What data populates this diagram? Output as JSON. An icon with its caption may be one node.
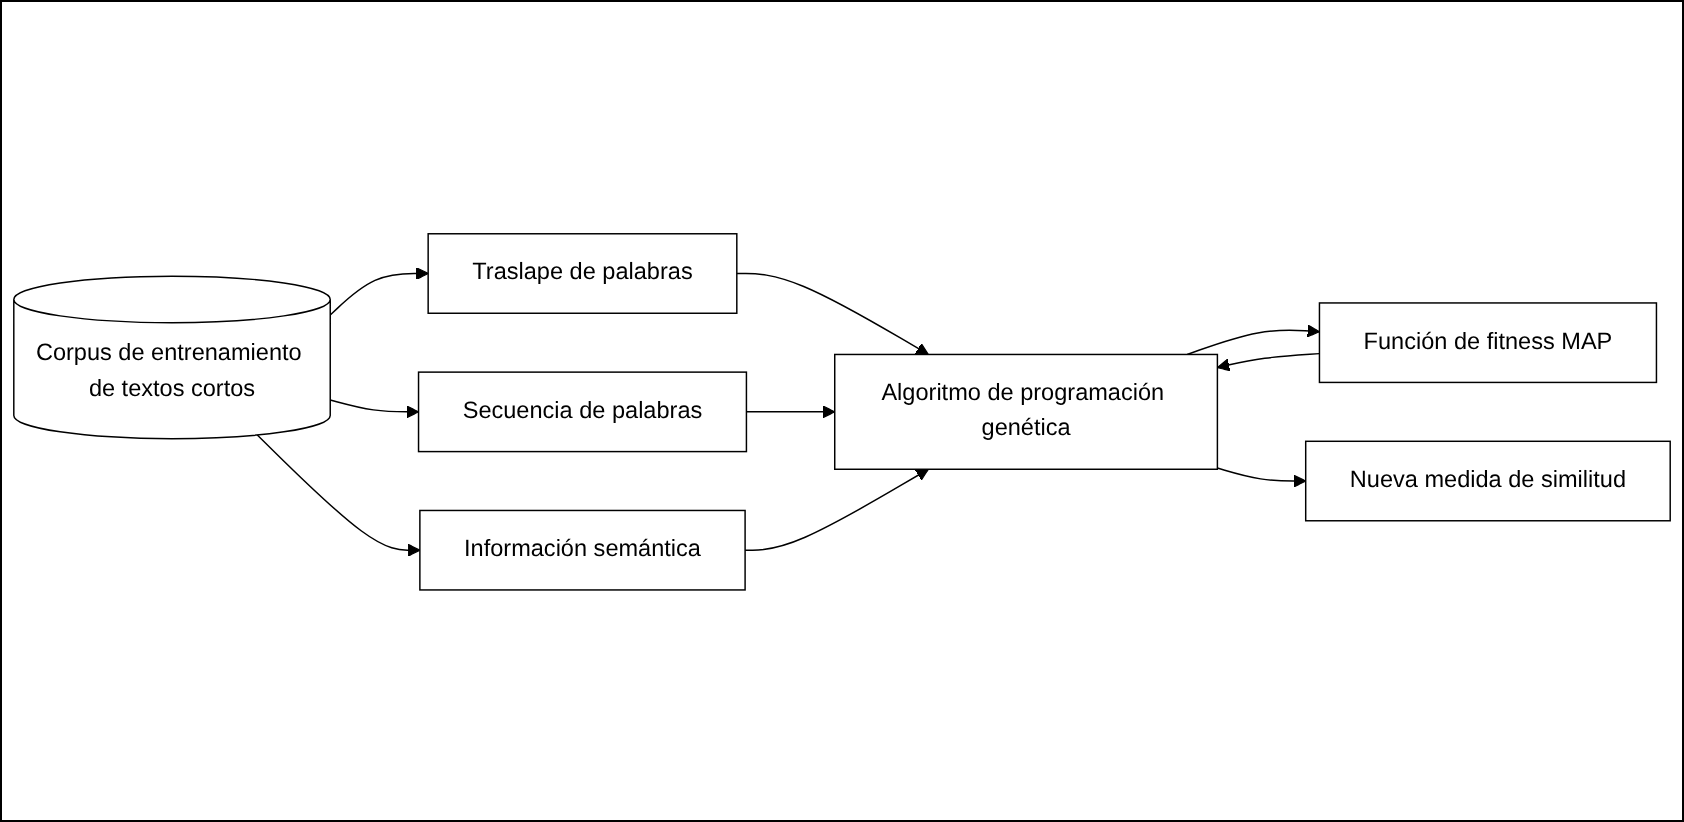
{
  "diagram": {
    "nodes": [
      {
        "text": [
          "Corpus de entrenamiento de textos cortos"
        ]
      },
      {
        "text": [
          "Traslape de palabras"
        ]
      },
      {
        "text": [
          "Secuencia de palabras"
        ]
      },
      {
        "text": [
          "Información semántica"
        ]
      },
      {
        "text": [
          "Función de fitness MAP"
        ]
      },
      {
        "text": [
          "Algoritmo de programación genética"
        ]
      },
      {
        "text": [
          "Nueva medida de similitud"
        ]
      }
    ],
    "edges": [
      {
        "from": 0,
        "to": 1,
        "arrow": "to"
      },
      {
        "from": 0,
        "to": 2,
        "arrow": "to"
      },
      {
        "from": 0,
        "to": 3,
        "arrow": "to"
      },
      {
        "from": 1,
        "to": 5,
        "arrow": "to"
      },
      {
        "from": 2,
        "to": 5,
        "arrow": "to"
      },
      {
        "from": 3,
        "to": 5,
        "arrow": "to"
      },
      {
        "from": 5,
        "to": 4,
        "arrow": "to"
      },
      {
        "from": 4,
        "to": 5,
        "arrow": "to"
      },
      {
        "from": 5,
        "to": 6,
        "arrow": "to"
      }
    ]
  }
}
